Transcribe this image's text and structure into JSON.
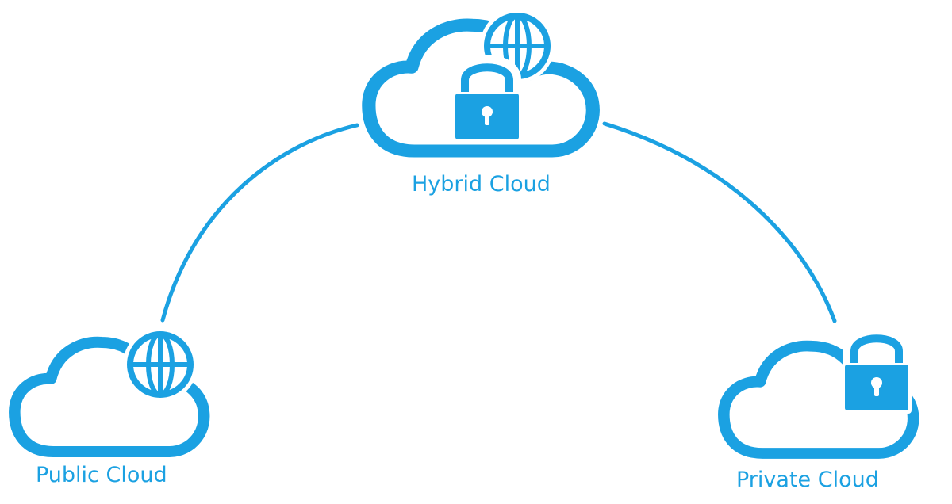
{
  "colors": {
    "accent": "#1ba1e2",
    "background": "#ffffff"
  },
  "nodes": {
    "hybrid": {
      "label": "Hybrid Cloud",
      "icons": [
        "cloud-icon",
        "globe-icon",
        "padlock-icon"
      ]
    },
    "public": {
      "label": "Public Cloud",
      "icons": [
        "cloud-icon",
        "globe-icon"
      ]
    },
    "private": {
      "label": "Private Cloud",
      "icons": [
        "cloud-icon",
        "padlock-icon"
      ]
    }
  },
  "connections": [
    {
      "from": "public",
      "to": "hybrid"
    },
    {
      "from": "hybrid",
      "to": "private"
    }
  ]
}
